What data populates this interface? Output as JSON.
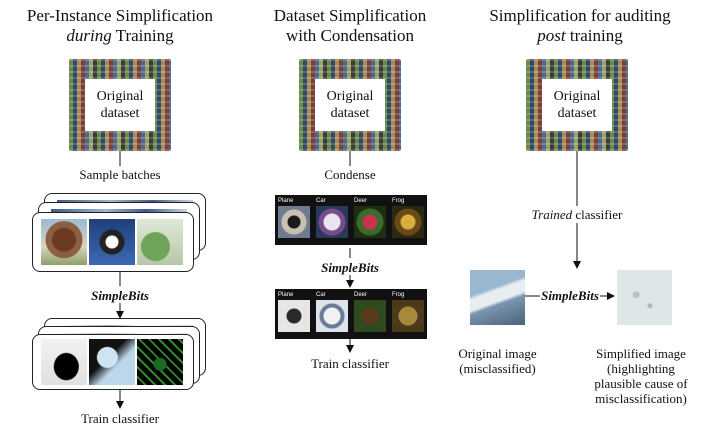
{
  "col1": {
    "title_a": "Per-Instance Simplification",
    "title_b_italic": "during",
    "title_b_rest": "Training",
    "dataset": [
      "Original",
      "dataset"
    ],
    "step1": "Sample batches",
    "method": "SimpleBits",
    "step2": "Train classifier"
  },
  "col2": {
    "title_a": "Dataset Simplification",
    "title_b": "with Condensation",
    "dataset": [
      "Original",
      "dataset"
    ],
    "step1": "Condense",
    "classes": [
      "Plane",
      "Car",
      "Deer",
      "Frog"
    ],
    "method": "SimpleBits",
    "step2": "Train classifier"
  },
  "col3": {
    "title_a": "Simplification for auditing",
    "title_b_italic": "post",
    "title_b_rest": "training",
    "dataset": [
      "Original",
      "dataset"
    ],
    "step_italic": "Trained",
    "step_rest": "classifier",
    "method": "SimpleBits",
    "left_caption": [
      "Original image",
      "(misclassified)"
    ],
    "right_caption": [
      "Simplified image",
      "(highlighting",
      "plausible cause of",
      "misclassification)"
    ]
  }
}
